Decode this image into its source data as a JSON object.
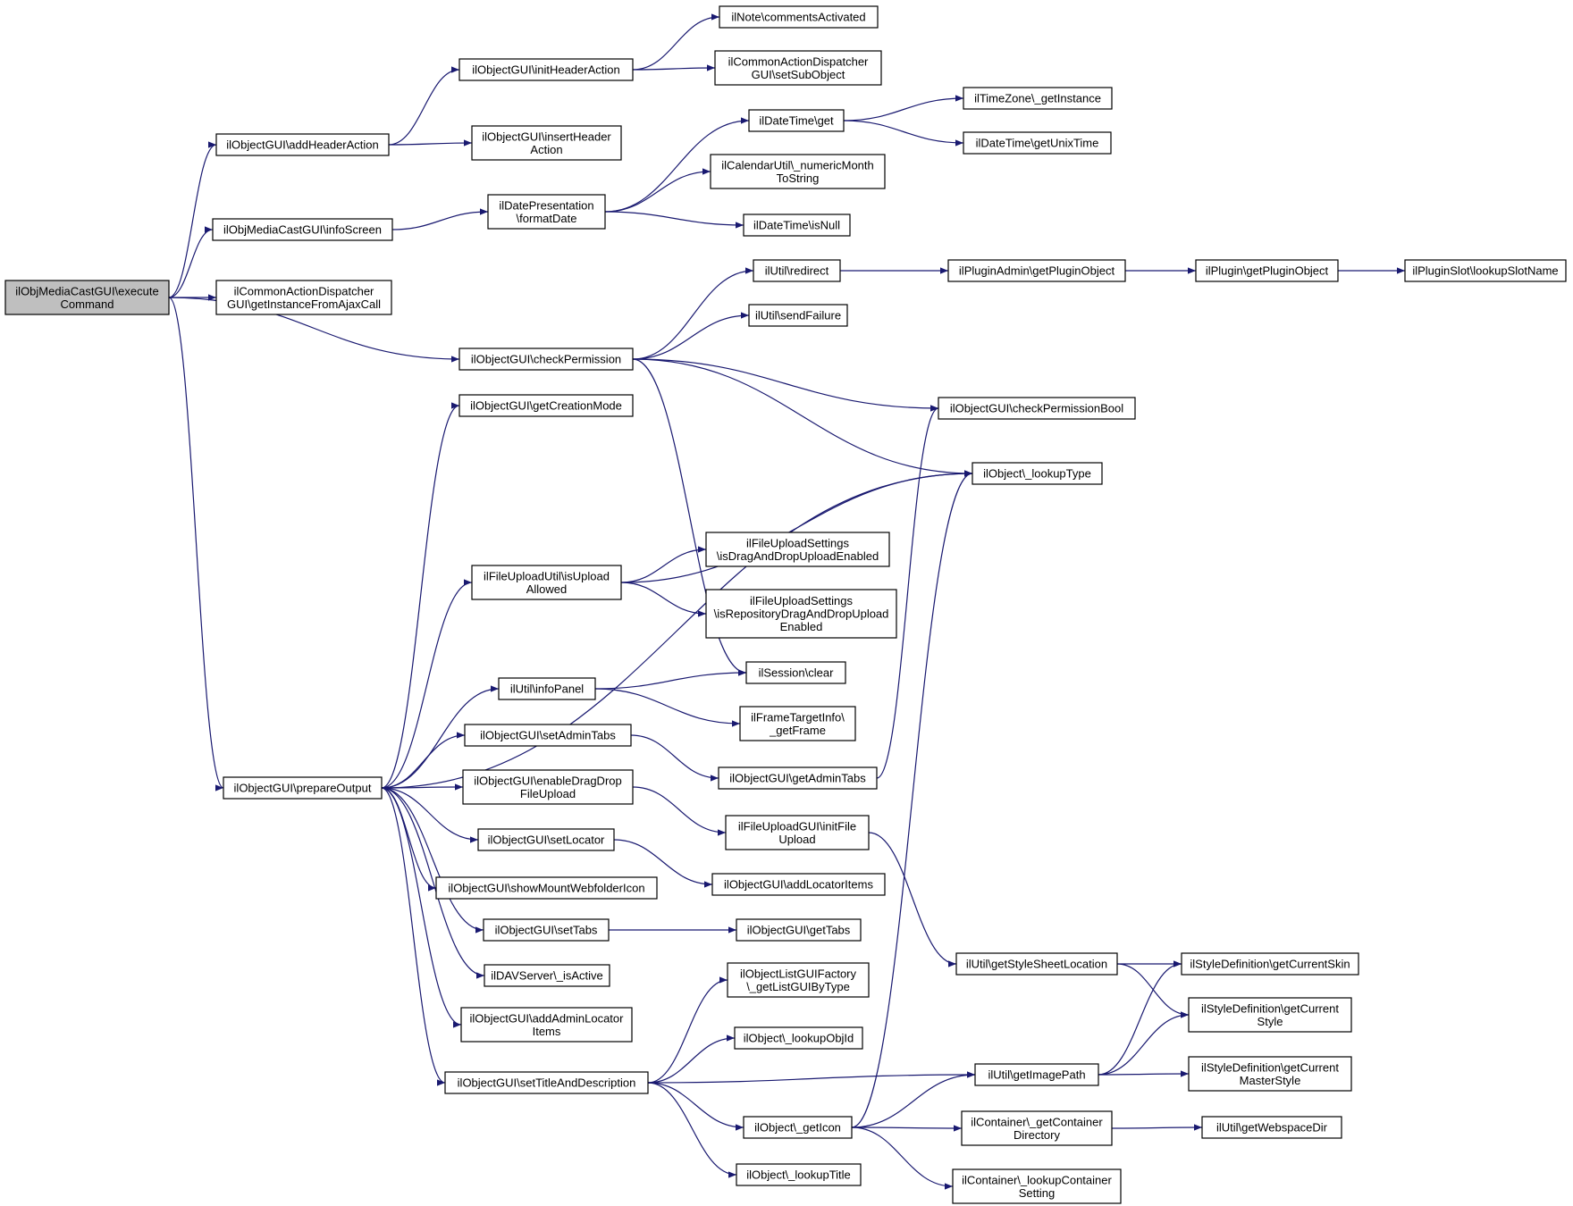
{
  "colors": {
    "edge": "#191970",
    "node_border": "#000000",
    "node_fill": "#ffffff",
    "root_fill": "#bfbfbf",
    "background": "#ffffff"
  },
  "nodes": [
    {
      "id": "root",
      "lines": [
        "ilObjMediaCastGUI\\execute",
        "Command"
      ],
      "root": true
    },
    {
      "id": "addHeaderAction",
      "lines": [
        "ilObjectGUI\\addHeaderAction"
      ]
    },
    {
      "id": "infoScreen",
      "lines": [
        "ilObjMediaCastGUI\\infoScreen"
      ]
    },
    {
      "id": "getInstanceFromAjaxCall",
      "lines": [
        "ilCommonActionDispatcher",
        "GUI\\getInstanceFromAjaxCall"
      ]
    },
    {
      "id": "checkPermission",
      "lines": [
        "ilObjectGUI\\checkPermission"
      ]
    },
    {
      "id": "prepareOutput",
      "lines": [
        "ilObjectGUI\\prepareOutput"
      ]
    },
    {
      "id": "initHeaderAction",
      "lines": [
        "ilObjectGUI\\initHeaderAction"
      ]
    },
    {
      "id": "insertHeaderAction",
      "lines": [
        "ilObjectGUI\\insertHeader",
        "Action"
      ]
    },
    {
      "id": "commentsActivated",
      "lines": [
        "ilNote\\commentsActivated"
      ]
    },
    {
      "id": "setSubObject",
      "lines": [
        "ilCommonActionDispatcher",
        "GUI\\setSubObject"
      ]
    },
    {
      "id": "formatDate",
      "lines": [
        "ilDatePresentation",
        "\\formatDate"
      ]
    },
    {
      "id": "dtGet",
      "lines": [
        "ilDateTime\\get"
      ]
    },
    {
      "id": "numericMonth",
      "lines": [
        "ilCalendarUtil\\_numericMonth",
        "ToString"
      ]
    },
    {
      "id": "isNull",
      "lines": [
        "ilDateTime\\isNull"
      ]
    },
    {
      "id": "tzGetInstance",
      "lines": [
        "ilTimeZone\\_getInstance"
      ]
    },
    {
      "id": "getUnixTime",
      "lines": [
        "ilDateTime\\getUnixTime"
      ]
    },
    {
      "id": "redirect",
      "lines": [
        "ilUtil\\redirect"
      ]
    },
    {
      "id": "sendFailure",
      "lines": [
        "ilUtil\\sendFailure"
      ]
    },
    {
      "id": "pluginAdminGet",
      "lines": [
        "ilPluginAdmin\\getPluginObject"
      ]
    },
    {
      "id": "pluginGet",
      "lines": [
        "ilPlugin\\getPluginObject"
      ]
    },
    {
      "id": "lookupSlotName",
      "lines": [
        "ilPluginSlot\\lookupSlotName"
      ]
    },
    {
      "id": "checkPermissionBool",
      "lines": [
        "ilObjectGUI\\checkPermissionBool"
      ]
    },
    {
      "id": "lookupType",
      "lines": [
        "ilObject\\_lookupType"
      ]
    },
    {
      "id": "getCreationMode",
      "lines": [
        "ilObjectGUI\\getCreationMode"
      ]
    },
    {
      "id": "isUploadAllowed",
      "lines": [
        "ilFileUploadUtil\\isUpload",
        "Allowed"
      ]
    },
    {
      "id": "isDragAndDrop",
      "lines": [
        "ilFileUploadSettings",
        "\\isDragAndDropUploadEnabled"
      ]
    },
    {
      "id": "isRepoDragAndDrop",
      "lines": [
        "ilFileUploadSettings",
        "\\isRepositoryDragAndDropUpload",
        "Enabled"
      ]
    },
    {
      "id": "sessionClear",
      "lines": [
        "ilSession\\clear"
      ]
    },
    {
      "id": "infoPanel",
      "lines": [
        "ilUtil\\infoPanel"
      ]
    },
    {
      "id": "getFrame",
      "lines": [
        "ilFrameTargetInfo\\",
        "_getFrame"
      ]
    },
    {
      "id": "setAdminTabs",
      "lines": [
        "ilObjectGUI\\setAdminTabs"
      ]
    },
    {
      "id": "getAdminTabs",
      "lines": [
        "ilObjectGUI\\getAdminTabs"
      ]
    },
    {
      "id": "enableDragDrop",
      "lines": [
        "ilObjectGUI\\enableDragDrop",
        "FileUpload"
      ]
    },
    {
      "id": "initFileUpload",
      "lines": [
        "ilFileUploadGUI\\initFile",
        "Upload"
      ]
    },
    {
      "id": "setLocator",
      "lines": [
        "ilObjectGUI\\setLocator"
      ]
    },
    {
      "id": "addLocatorItems",
      "lines": [
        "ilObjectGUI\\addLocatorItems"
      ]
    },
    {
      "id": "showMount",
      "lines": [
        "ilObjectGUI\\showMountWebfolderIcon"
      ]
    },
    {
      "id": "setTabs",
      "lines": [
        "ilObjectGUI\\setTabs"
      ]
    },
    {
      "id": "getTabs",
      "lines": [
        "ilObjectGUI\\getTabs"
      ]
    },
    {
      "id": "davIsActive",
      "lines": [
        "ilDAVServer\\_isActive"
      ]
    },
    {
      "id": "addAdminLocator",
      "lines": [
        "ilObjectGUI\\addAdminLocator",
        "Items"
      ]
    },
    {
      "id": "setTitleAndDescription",
      "lines": [
        "ilObjectGUI\\setTitleAndDescription"
      ]
    },
    {
      "id": "getListGUIByType",
      "lines": [
        "ilObjectListGUIFactory",
        "\\_getListGUIByType"
      ]
    },
    {
      "id": "lookupObjId",
      "lines": [
        "ilObject\\_lookupObjId"
      ]
    },
    {
      "id": "getIcon",
      "lines": [
        "ilObject\\_getIcon"
      ]
    },
    {
      "id": "lookupTitle",
      "lines": [
        "ilObject\\_lookupTitle"
      ]
    },
    {
      "id": "getStyleSheetLocation",
      "lines": [
        "ilUtil\\getStyleSheetLocation"
      ]
    },
    {
      "id": "getImagePath",
      "lines": [
        "ilUtil\\getImagePath"
      ]
    },
    {
      "id": "getCurrentSkin",
      "lines": [
        "ilStyleDefinition\\getCurrentSkin"
      ]
    },
    {
      "id": "getCurrentStyle",
      "lines": [
        "ilStyleDefinition\\getCurrent",
        "Style"
      ]
    },
    {
      "id": "getCurrentMasterStyle",
      "lines": [
        "ilStyleDefinition\\getCurrent",
        "MasterStyle"
      ]
    },
    {
      "id": "getContainerDirectory",
      "lines": [
        "ilContainer\\_getContainer",
        "Directory"
      ]
    },
    {
      "id": "getWebspaceDir",
      "lines": [
        "ilUtil\\getWebspaceDir"
      ]
    },
    {
      "id": "lookupContainerSetting",
      "lines": [
        "ilContainer\\_lookupContainer",
        "Setting"
      ]
    }
  ],
  "edges": [
    [
      "root",
      "addHeaderAction"
    ],
    [
      "root",
      "infoScreen"
    ],
    [
      "root",
      "getInstanceFromAjaxCall"
    ],
    [
      "root",
      "checkPermission"
    ],
    [
      "root",
      "prepareOutput"
    ],
    [
      "addHeaderAction",
      "initHeaderAction"
    ],
    [
      "addHeaderAction",
      "insertHeaderAction"
    ],
    [
      "initHeaderAction",
      "commentsActivated"
    ],
    [
      "initHeaderAction",
      "setSubObject"
    ],
    [
      "infoScreen",
      "formatDate"
    ],
    [
      "formatDate",
      "dtGet"
    ],
    [
      "formatDate",
      "numericMonth"
    ],
    [
      "formatDate",
      "isNull"
    ],
    [
      "dtGet",
      "tzGetInstance"
    ],
    [
      "dtGet",
      "getUnixTime"
    ],
    [
      "checkPermission",
      "redirect"
    ],
    [
      "checkPermission",
      "sendFailure"
    ],
    [
      "checkPermission",
      "checkPermissionBool"
    ],
    [
      "checkPermission",
      "lookupType"
    ],
    [
      "checkPermission",
      "sessionClear"
    ],
    [
      "redirect",
      "pluginAdminGet"
    ],
    [
      "pluginAdminGet",
      "pluginGet"
    ],
    [
      "pluginGet",
      "lookupSlotName"
    ],
    [
      "prepareOutput",
      "getCreationMode"
    ],
    [
      "prepareOutput",
      "lookupType"
    ],
    [
      "prepareOutput",
      "isUploadAllowed"
    ],
    [
      "prepareOutput",
      "infoPanel"
    ],
    [
      "prepareOutput",
      "setAdminTabs"
    ],
    [
      "prepareOutput",
      "enableDragDrop"
    ],
    [
      "prepareOutput",
      "setLocator"
    ],
    [
      "prepareOutput",
      "showMount"
    ],
    [
      "prepareOutput",
      "setTabs"
    ],
    [
      "prepareOutput",
      "davIsActive"
    ],
    [
      "prepareOutput",
      "addAdminLocator"
    ],
    [
      "prepareOutput",
      "setTitleAndDescription"
    ],
    [
      "isUploadAllowed",
      "lookupType"
    ],
    [
      "isUploadAllowed",
      "isDragAndDrop"
    ],
    [
      "isUploadAllowed",
      "isRepoDragAndDrop"
    ],
    [
      "infoPanel",
      "sessionClear"
    ],
    [
      "infoPanel",
      "getFrame"
    ],
    [
      "setAdminTabs",
      "getAdminTabs"
    ],
    [
      "getAdminTabs",
      "checkPermissionBool"
    ],
    [
      "enableDragDrop",
      "initFileUpload"
    ],
    [
      "initFileUpload",
      "getStyleSheetLocation"
    ],
    [
      "setLocator",
      "addLocatorItems"
    ],
    [
      "setTabs",
      "getTabs"
    ],
    [
      "setTitleAndDescription",
      "getListGUIByType"
    ],
    [
      "setTitleAndDescription",
      "lookupObjId"
    ],
    [
      "setTitleAndDescription",
      "getImagePath"
    ],
    [
      "setTitleAndDescription",
      "getIcon"
    ],
    [
      "setTitleAndDescription",
      "lookupTitle"
    ],
    [
      "getIcon",
      "lookupType"
    ],
    [
      "getIcon",
      "getImagePath"
    ],
    [
      "getIcon",
      "getContainerDirectory"
    ],
    [
      "getIcon",
      "lookupContainerSetting"
    ],
    [
      "getStyleSheetLocation",
      "getCurrentSkin"
    ],
    [
      "getStyleSheetLocation",
      "getCurrentStyle"
    ],
    [
      "getImagePath",
      "getCurrentSkin"
    ],
    [
      "getImagePath",
      "getCurrentStyle"
    ],
    [
      "getImagePath",
      "getCurrentMasterStyle"
    ],
    [
      "getContainerDirectory",
      "getWebspaceDir"
    ]
  ]
}
